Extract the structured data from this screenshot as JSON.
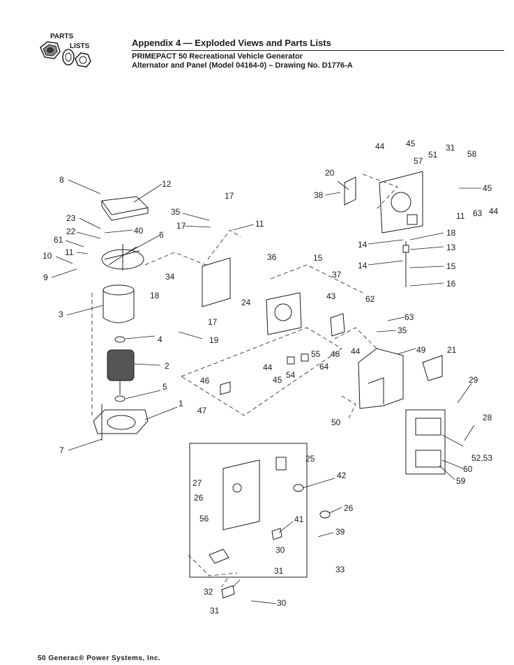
{
  "logo": {
    "line1": "PARTS",
    "line2": "LISTS"
  },
  "header": {
    "title": "Appendix 4 — Exploded Views and Parts Lists",
    "line2": "PRIMEPACT 50 Recreational Vehicle Generator",
    "line3": "Alternator and Panel (Model 04164-0) – Drawing No. D1776-A"
  },
  "callouts": [
    "8",
    "12",
    "23",
    "40",
    "22",
    "6",
    "61",
    "11",
    "10",
    "9",
    "3",
    "18",
    "34",
    "35",
    "17",
    "17",
    "11",
    "36",
    "15",
    "37",
    "24",
    "17",
    "19",
    "4",
    "2",
    "5",
    "1",
    "7",
    "20",
    "38",
    "44",
    "45",
    "57",
    "51",
    "31",
    "58",
    "45",
    "11",
    "63",
    "44",
    "18",
    "14",
    "13",
    "14",
    "15",
    "16",
    "43",
    "62",
    "63",
    "35",
    "48",
    "44",
    "55",
    "64",
    "44",
    "45",
    "54",
    "49",
    "21",
    "29",
    "46",
    "47",
    "50",
    "28",
    "52,53",
    "60",
    "59",
    "25",
    "27",
    "26",
    "42",
    "26",
    "56",
    "41",
    "39",
    "30",
    "31",
    "33",
    "32",
    "31",
    "30"
  ],
  "footer": "50 Generac® Power Systems, Inc."
}
